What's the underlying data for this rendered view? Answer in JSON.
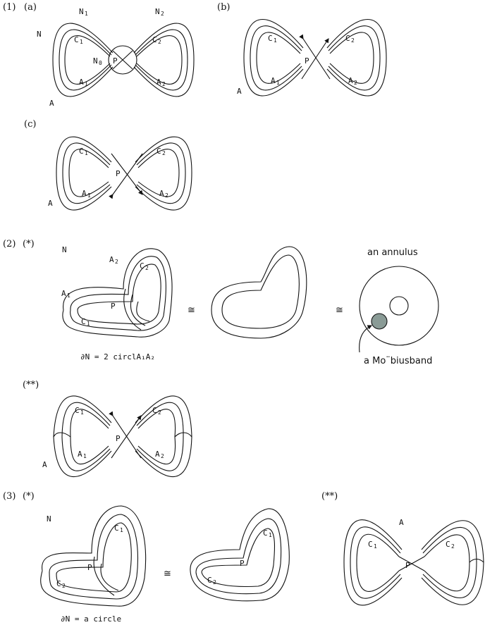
{
  "part1": {
    "num": "(1)",
    "a": "(a)",
    "b": "(b)",
    "c": "(c)",
    "N": "N",
    "N1": "N",
    "N1s": "1",
    "N2": "N",
    "N2s": "2",
    "N0": "N",
    "N0s": "0",
    "A": "A",
    "P": "P",
    "C1": "C",
    "C1s": "1",
    "C2": "C",
    "C2s": "2",
    "A1": "A",
    "A1s": "1",
    "A2": "A",
    "A2s": "2"
  },
  "part2": {
    "num": "(2)",
    "star": "(*)",
    "dstar": "(**)",
    "N": "N",
    "cong": "≅",
    "annulus_label": "an annulus",
    "mobius_label": "a Mo¨biusband",
    "boundary_label": "∂N = 2 circlA₁A₂",
    "A": "A",
    "P": "P",
    "C1": "C",
    "C1s": "1",
    "C2": "C",
    "C2s": "2",
    "A1": "A",
    "A1s": "1",
    "A2": "A",
    "A2s": "2"
  },
  "part3": {
    "num": "(3)",
    "star": "(*)",
    "dstar": "(**)",
    "N": "N",
    "cong": "≅",
    "boundary_label": "∂N = a circle",
    "A": "A",
    "P": "P",
    "C1": "C",
    "C1s": "1",
    "C2": "C",
    "C2s": "2"
  },
  "colors": {
    "ink": "#111111",
    "mobius_fill": "#8a9b96"
  }
}
